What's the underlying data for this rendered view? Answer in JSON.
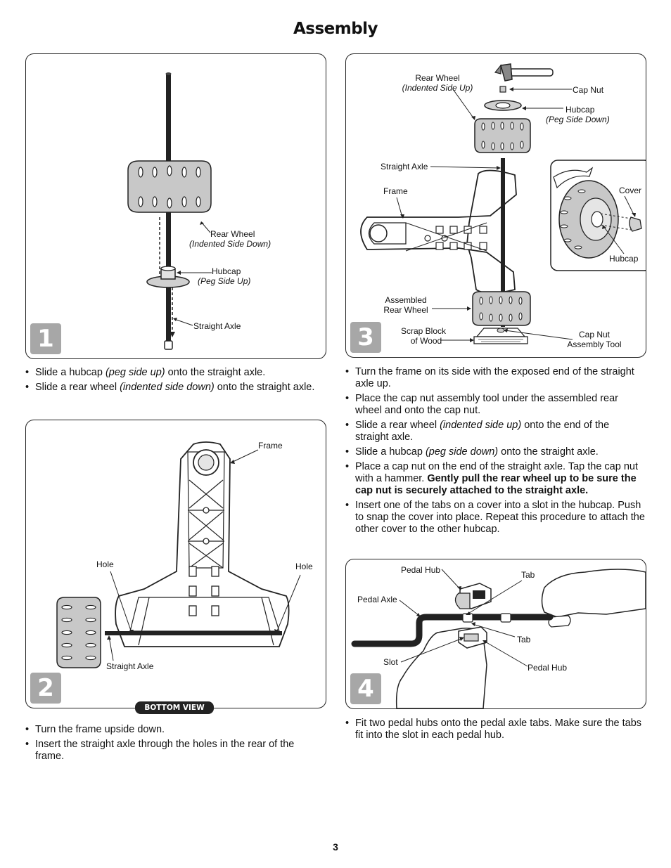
{
  "page": {
    "title": "Assembly",
    "page_number": "3",
    "bottom_view_badge": "BOTTOM VIEW"
  },
  "step1": {
    "number": "1",
    "labels": {
      "rear_wheel": "Rear Wheel",
      "rear_wheel_note": "(Indented Side Down)",
      "hubcap": "Hubcap",
      "hubcap_note": "(Peg Side Up)",
      "straight_axle": "Straight Axle"
    },
    "instructions": [
      {
        "pre": "Slide a hubcap ",
        "em": "(peg side up)",
        "post": " onto the straight axle."
      },
      {
        "pre": "Slide a rear wheel ",
        "em": "(indented side down)",
        "post": " onto the straight axle."
      }
    ]
  },
  "step2": {
    "number": "2",
    "labels": {
      "frame": "Frame",
      "hole_left": "Hole",
      "hole_right": "Hole",
      "straight_axle": "Straight Axle"
    },
    "instructions": [
      {
        "text": "Turn the frame upside down."
      },
      {
        "text": "Insert the straight axle through the holes in the rear of the frame."
      }
    ]
  },
  "step3": {
    "number": "3",
    "labels": {
      "rear_wheel": "Rear Wheel",
      "rear_wheel_note": "(Indented Side Up)",
      "cap_nut": "Cap Nut",
      "hubcap": "Hubcap",
      "hubcap_note": "(Peg Side Down)",
      "straight_axle": "Straight Axle",
      "frame": "Frame",
      "cover": "Cover",
      "inset_hubcap": "Hubcap",
      "assembled_rear_wheel_1": "Assembled",
      "assembled_rear_wheel_2": "Rear Wheel",
      "scrap_block_1": "Scrap Block",
      "scrap_block_2": "of Wood",
      "cap_nut_tool_1": "Cap Nut",
      "cap_nut_tool_2": "Assembly Tool"
    },
    "instructions": [
      {
        "pre": "Turn the frame on its side with the exposed end of the straight axle up."
      },
      {
        "pre": "Place the cap nut assembly tool under the assembled rear wheel and onto the cap nut."
      },
      {
        "pre": "Slide a rear wheel ",
        "em": "(indented side up)",
        "post": " onto the end of the straight axle."
      },
      {
        "pre": "Slide a hubcap ",
        "em": "(peg side down)",
        "post": " onto the straight axle."
      },
      {
        "pre": "Place a cap nut on the end of the straight axle. Tap the cap nut with a hammer. ",
        "strong": "Gently pull the rear wheel up to be sure the cap nut is securely attached to the straight axle."
      },
      {
        "pre": "Insert one of the tabs on a cover into a slot in the hubcap. Push to snap the cover into place. Repeat this procedure to attach the other cover to the other hubcap."
      }
    ]
  },
  "step4": {
    "number": "4",
    "labels": {
      "pedal_hub_top": "Pedal Hub",
      "tab_top": "Tab",
      "pedal_axle": "Pedal Axle",
      "tab_bottom": "Tab",
      "slot": "Slot",
      "pedal_hub_bottom": "Pedal Hub"
    },
    "instructions": [
      {
        "pre": "Fit two pedal hubs onto the pedal axle tabs. Make sure the tabs fit into the slot in each pedal hub."
      }
    ]
  }
}
